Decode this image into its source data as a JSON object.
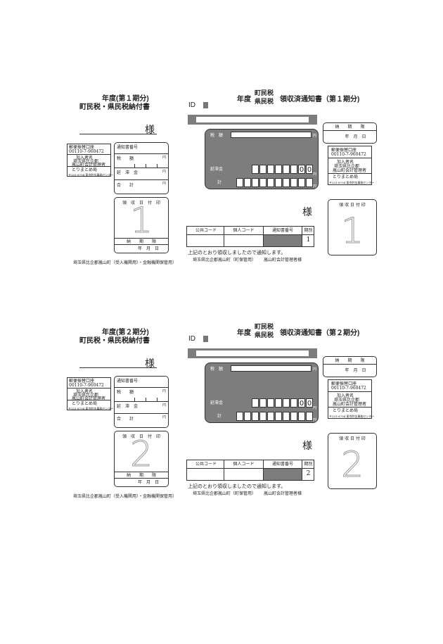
{
  "periods": [
    {
      "title_left": "年度(第１期分)",
      "subtitle_left": "町民税・県民税納付書",
      "title_right_prefix": "年度",
      "title_right_stack": [
        "町民税",
        "県民税"
      ],
      "title_right_suffix": "領収済通知書（第１期分)",
      "period_number": "1",
      "big_digit": "1"
    },
    {
      "title_left": "年度(第２期分)",
      "subtitle_left": "町民税・県民税納付書",
      "title_right_prefix": "年度",
      "title_right_stack": [
        "町民税",
        "県民税"
      ],
      "title_right_suffix": "領収済通知書（第２期分)",
      "period_number": "2",
      "big_digit": "2"
    }
  ],
  "labels": {
    "sama": "様",
    "id": "ID",
    "account_line1": "郵便振替口座",
    "account_line2": "00110-7-960472",
    "member_line1": "加入者名",
    "member_line2": "埼玉県比企郡",
    "member_line3": "嵐山町会計管理者",
    "collector_line1": "とりまとめ局",
    "collector_line2": "〒331-8794 東京貯金事務センター",
    "notice_number": "通知書番号",
    "tax_amount": "税　　額",
    "late_fee": "延　滞　金",
    "total": "合　　計",
    "tax_amount_r": "税　額",
    "late_fee_r": "延滞金",
    "total_r": "計",
    "yen": "円",
    "zero": "0",
    "receipt_stamp": "領　収　日　付　印",
    "receipt_stamp_r": "領 収 日 付 印",
    "deadline": "納　　期　　限",
    "year_month_day": "年　月　日",
    "public_code": "公共コード",
    "personal_code": "個人コード",
    "notice_number_r": "通知書番号",
    "period_col": "期別",
    "footnote_left": "埼玉県比企郡嵐山町（受入機関用）・金融機関保管用）",
    "received_note": "上記のとおり領収しましたので通知します。",
    "footnote_right_a": "埼玉県比企郡嵐山町（町保管用）",
    "footnote_right_b": "嵐山町会計管理者様"
  }
}
